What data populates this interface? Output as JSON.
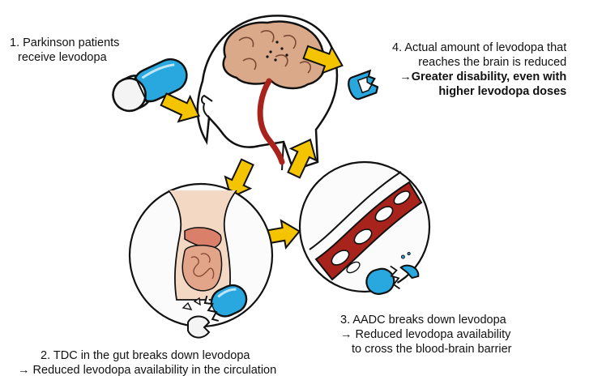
{
  "steps": {
    "step1": {
      "line1": "1. Parkinson patients",
      "line2": "receive levodopa"
    },
    "step2": {
      "line1": "2. TDC in the gut breaks down levodopa",
      "line2": "→ Reduced levodopa availability in the circulation"
    },
    "step3": {
      "line1": "3. AADC breaks down levodopa",
      "line2": "→ Reduced levodopa availability",
      "line3": "to cross the blood-brain barrier"
    },
    "step4": {
      "line1": "4. Actual amount of levodopa that",
      "line2": "reaches the brain is reduced",
      "line3": "→Greater disability, even with",
      "line4": "higher levodopa doses"
    }
  },
  "colors": {
    "arrow": "#f5c400",
    "capsule_blue": "#29a8e0",
    "capsule_white": "#f4f4f4",
    "brain": "#d9a98a",
    "blood": "#a8231b",
    "skin": "#f3d9c4",
    "gut": "#e3a58a"
  },
  "icons": [
    "pill-capsule-icon",
    "brain-icon",
    "gut-icon",
    "blood-vessel-icon",
    "broken-capsule-icon"
  ]
}
